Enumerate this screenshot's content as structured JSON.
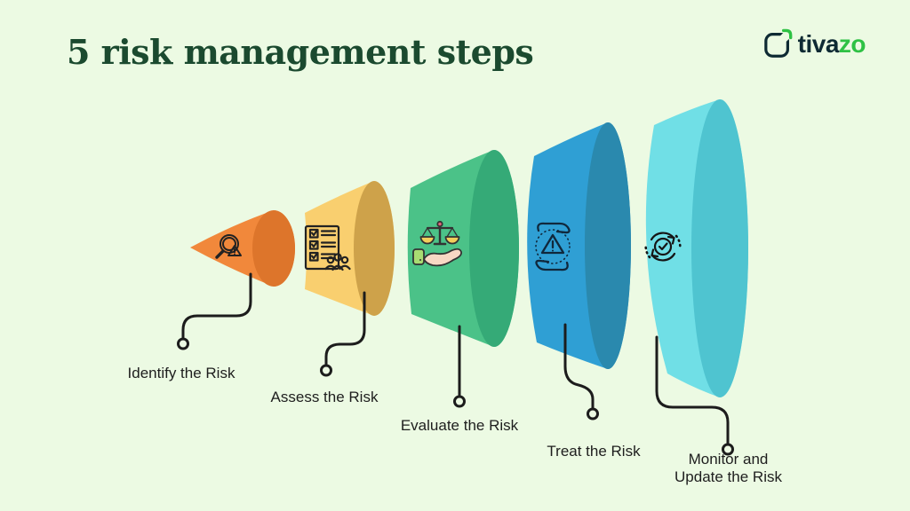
{
  "page": {
    "background": "#ECFAE3"
  },
  "header": {
    "title": "5 risk management steps",
    "title_color": "#1B4A2F"
  },
  "logo": {
    "icon": "tivazo-frame-icon",
    "brand_prefix": "tiva",
    "brand_suffix": "zo",
    "prefix_color": "#0E2A33",
    "suffix_color": "#2EC144"
  },
  "funnel": {
    "line_color": "#1C1C1C",
    "label_color": "#1E1E1E",
    "steps": [
      {
        "label": "Identify the Risk",
        "icon": "magnifier-alert-icon",
        "body_color": "#F1883B",
        "cap_color": "#DD752B"
      },
      {
        "label": "Assess the Risk",
        "icon": "checklist-people-icon",
        "body_color": "#F9CF6F",
        "cap_color": "#CEA24A"
      },
      {
        "label": "Evaluate the Risk",
        "icon": "scale-hand-icon",
        "body_color": "#4BC288",
        "cap_color": "#35AA77"
      },
      {
        "label": "Treat the Risk",
        "icon": "hands-warning-icon",
        "body_color": "#2F9FD4",
        "cap_color": "#2A89AE"
      },
      {
        "label": "Monitor and Update the Risk",
        "icon": "monitor-refresh-icon",
        "body_color": "#70DFE6",
        "cap_color": "#4FC4D0"
      }
    ]
  }
}
